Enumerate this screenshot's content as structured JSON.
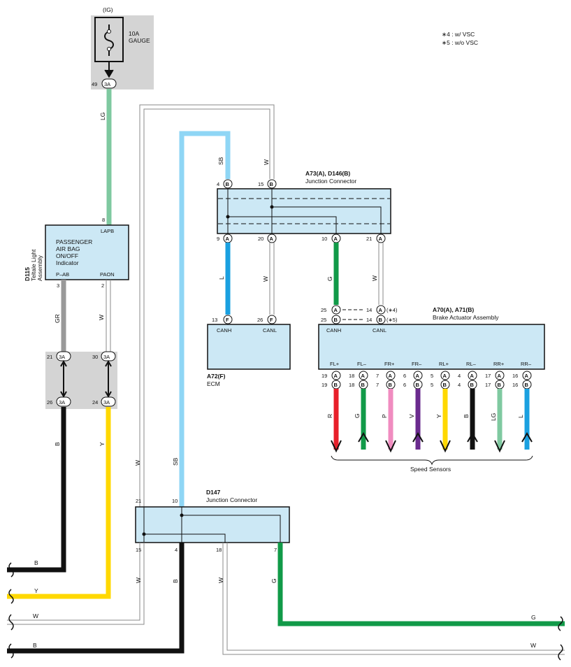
{
  "fuse": {
    "circuit": "(IG)",
    "rating": "10A",
    "name": "GAUGE",
    "pin": "49",
    "connector": "3A"
  },
  "notes": [
    "∗4 : w/ VSC",
    "∗5 : w/o VSC"
  ],
  "teltale": {
    "id": "D115",
    "title_line1": "Teltale Light",
    "title_line2": "Assembly",
    "pin_top": "8",
    "lapb": "LAPB",
    "line1": "PASSENGER",
    "line2": "AIR BAG",
    "line3": "ON/OFF",
    "line4": "Indicator",
    "pab": "P–AB",
    "paon": "PAON",
    "pin_pab": "3",
    "pin_paon": "2"
  },
  "splice": {
    "p21": "21",
    "p30": "30",
    "p26": "26",
    "p24": "24",
    "conn": "3A"
  },
  "jc_upper": {
    "title": "A73(A), D146(B)",
    "subtitle": "Junction Connector",
    "pin4": "4",
    "pin15": "15",
    "pin9": "9",
    "pin20": "20",
    "pin10": "10",
    "pin21": "21"
  },
  "ecm": {
    "id": "A72(F)",
    "name": "ECM",
    "pin13": "13",
    "pin26": "26",
    "conn": "F",
    "canh": "CANH",
    "canl": "CANL"
  },
  "brake": {
    "title": "A70(A), A71(B)",
    "subtitle": "Brake Actuator Assembly",
    "pin25a": "25",
    "pin25b": "25",
    "pin14a": "14",
    "pin14b": "14",
    "note4": "(∗4)",
    "note5": "(∗5)",
    "canh": "CANH",
    "canl": "CANL",
    "sensors": [
      {
        "label": "FL+",
        "a": "19",
        "b": "19",
        "wire": "R"
      },
      {
        "label": "FL–",
        "a": "18",
        "b": "18",
        "wire": "G"
      },
      {
        "label": "FR+",
        "a": "7",
        "b": "7",
        "wire": "P"
      },
      {
        "label": "FR–",
        "a": "6",
        "b": "6",
        "wire": "V"
      },
      {
        "label": "RL+",
        "a": "5",
        "b": "5",
        "wire": "Y"
      },
      {
        "label": "RL–",
        "a": "4",
        "b": "4",
        "wire": "B"
      },
      {
        "label": "RR+",
        "a": "17",
        "b": "17",
        "wire": "LG"
      },
      {
        "label": "RR–",
        "a": "16",
        "b": "16",
        "wire": "L"
      }
    ],
    "speed_sensors": "Speed Sensors"
  },
  "d147": {
    "id": "D147",
    "subtitle": "Junction Connector",
    "p21": "21",
    "p10": "10",
    "p15": "15",
    "p4": "4",
    "p18": "18",
    "p7": "7"
  },
  "wires": {
    "lg": "LG",
    "sb_top": "SB",
    "w_top": "W",
    "l": "L",
    "w_mid": "W",
    "g_mid": "G",
    "w_can": "W",
    "gr": "GR",
    "w_pab": "W",
    "b_left": "B",
    "y_left": "Y",
    "w_loop": "W",
    "sb_low": "SB",
    "w15": "W",
    "b4": "B",
    "w18": "W",
    "g7": "G",
    "out_b1": "B",
    "out_y": "Y",
    "out_w1": "W",
    "out_b2": "B",
    "out_g": "G",
    "out_w2": "W"
  },
  "colors": {
    "LG": "#7fc9a0",
    "SB": "#8fd6f5",
    "L": "#1aa0e0",
    "G": "#119a48",
    "GR": "#999999",
    "B": "#111111",
    "Y": "#ffd800",
    "R": "#e8202a",
    "P": "#f08cc0",
    "V": "#6a2b8e",
    "box": "#cce8f5",
    "shade": "#d4d4d4"
  }
}
